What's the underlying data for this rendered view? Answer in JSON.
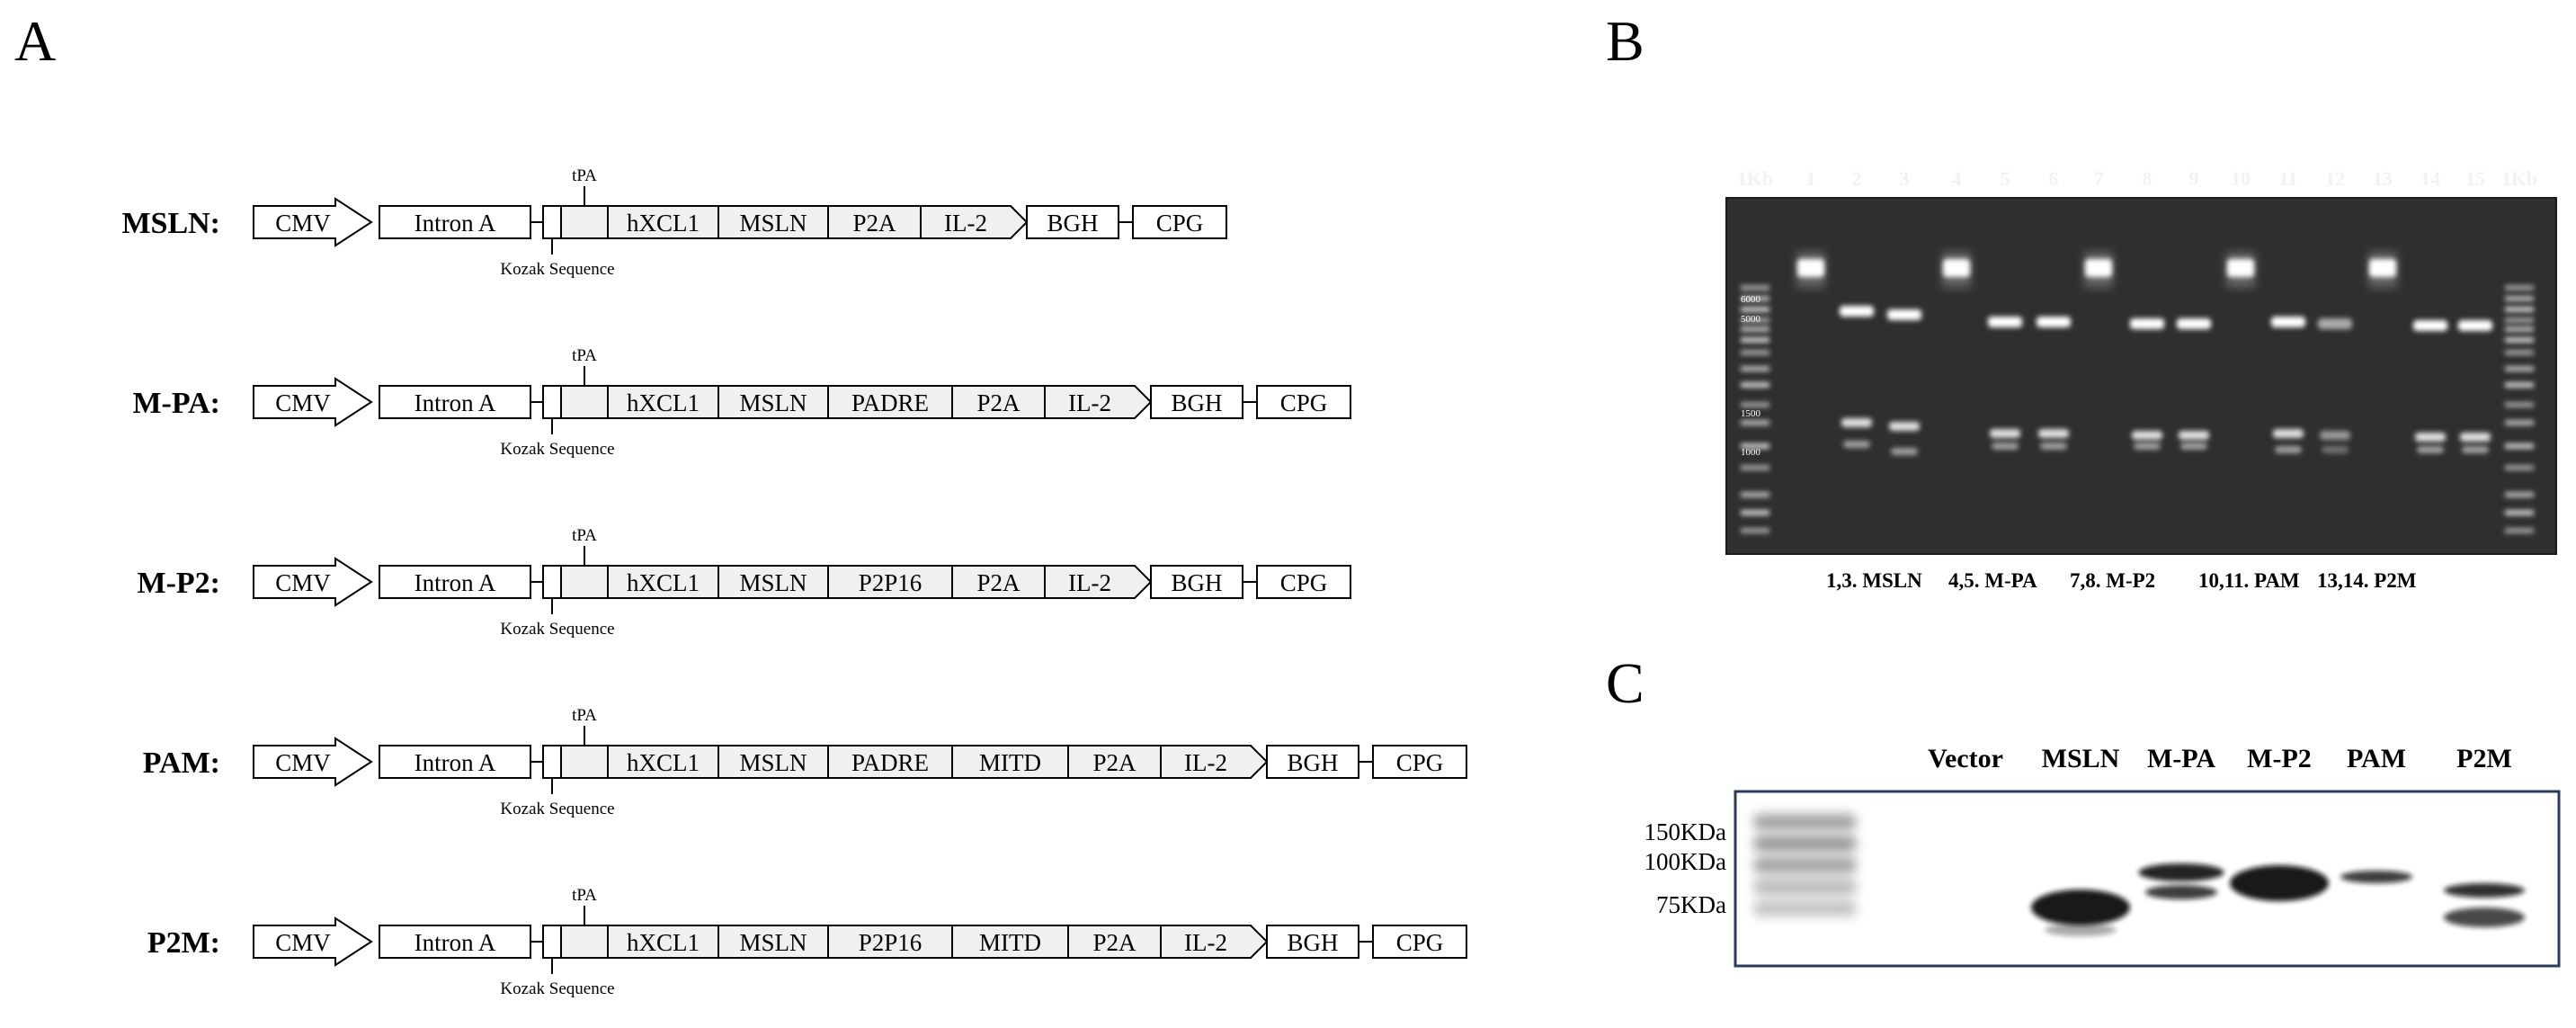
{
  "panels": {
    "A": "A",
    "B": "B",
    "C": "C"
  },
  "panel_a": {
    "common": {
      "cmv": "CMV",
      "intron": "Intron A",
      "tpa": "tPA",
      "kozak": "Kozak Sequence",
      "bgh": "BGH",
      "cpg": "CPG"
    },
    "constructs": [
      {
        "name": "MSLN:",
        "segments": [
          "hXCL1",
          "MSLN",
          "P2A",
          "IL-2"
        ]
      },
      {
        "name": "M-PA:",
        "segments": [
          "hXCL1",
          "MSLN",
          "PADRE",
          "P2A",
          "IL-2"
        ]
      },
      {
        "name": "M-P2:",
        "segments": [
          "hXCL1",
          "MSLN",
          "P2P16",
          "P2A",
          "IL-2"
        ]
      },
      {
        "name": "PAM:",
        "segments": [
          "hXCL1",
          "MSLN",
          "PADRE",
          "MITD",
          "P2A",
          "IL-2"
        ]
      },
      {
        "name": "P2M:",
        "segments": [
          "hXCL1",
          "MSLN",
          "P2P16",
          "MITD",
          "P2A",
          "IL-2"
        ]
      }
    ]
  },
  "panel_b": {
    "lane_labels": [
      "1Kb",
      "1",
      "2",
      "3",
      "4",
      "5",
      "6",
      "7",
      "8",
      "9",
      "10",
      "11",
      "12",
      "13",
      "14",
      "15",
      "1Kb"
    ],
    "ladder_marks": [
      "6000",
      "5000",
      "1500",
      "1000"
    ],
    "sample_labels": [
      "1,3. MSLN",
      "4,5. M-PA",
      "7,8. M-P2",
      "10,11. PAM",
      "13,14. P2M"
    ]
  },
  "panel_c": {
    "lanes": [
      "Vector",
      "MSLN",
      "M-PA",
      "M-P2",
      "PAM",
      "P2M"
    ],
    "markers": [
      "150KDa",
      "100KDa",
      "75KDa"
    ]
  }
}
